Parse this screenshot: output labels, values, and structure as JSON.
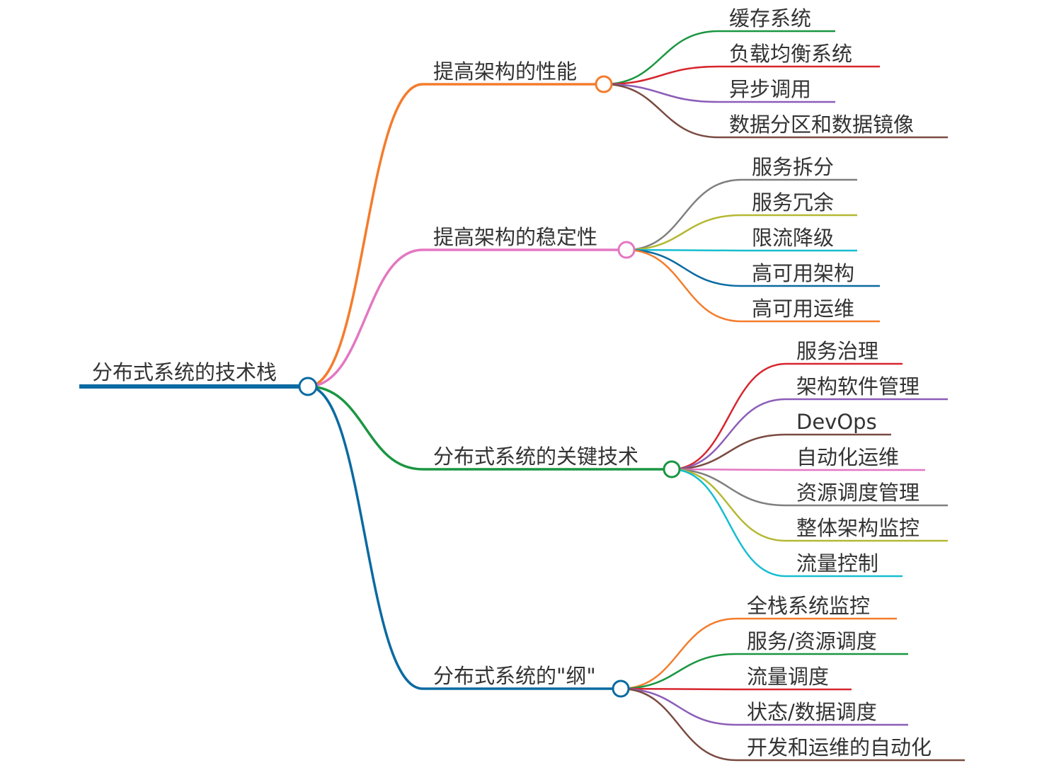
{
  "root": {
    "label": "分布式系统的技术栈",
    "color": "#0a6aa1"
  },
  "branches": [
    {
      "label": "提高架构的性能",
      "color": "#f47c2c",
      "children": [
        {
          "label": "缓存系统",
          "color": "#1a9641"
        },
        {
          "label": "负载均衡系统",
          "color": "#d7262e"
        },
        {
          "label": "异步调用",
          "color": "#8c5db8"
        },
        {
          "label": "数据分区和数据镜像",
          "color": "#7a4b41"
        }
      ]
    },
    {
      "label": "提高架构的稳定性",
      "color": "#e377c2",
      "children": [
        {
          "label": "服务拆分",
          "color": "#7f7f7f"
        },
        {
          "label": "服务冗余",
          "color": "#b5b832"
        },
        {
          "label": "限流降级",
          "color": "#17becf"
        },
        {
          "label": "高可用架构",
          "color": "#0a6aa1"
        },
        {
          "label": "高可用运维",
          "color": "#f47c2c"
        }
      ]
    },
    {
      "label": "分布式系统的关键技术",
      "color": "#1a9641",
      "children": [
        {
          "label": "服务治理",
          "color": "#d7262e"
        },
        {
          "label": "架构软件管理",
          "color": "#8c5db8"
        },
        {
          "label": "DevOps",
          "color": "#7a4b41"
        },
        {
          "label": "自动化运维",
          "color": "#e377c2"
        },
        {
          "label": "资源调度管理",
          "color": "#7f7f7f"
        },
        {
          "label": "整体架构监控",
          "color": "#b5b832"
        },
        {
          "label": "流量控制",
          "color": "#17becf"
        }
      ]
    },
    {
      "label": "分布式系统的\"纲\"",
      "color": "#0a6aa1",
      "children": [
        {
          "label": "全栈系统监控",
          "color": "#f47c2c"
        },
        {
          "label": "服务/资源调度",
          "color": "#1a9641"
        },
        {
          "label": "流量调度",
          "color": "#d7262e"
        },
        {
          "label": "状态/数据调度",
          "color": "#8c5db8"
        },
        {
          "label": "开发和运维的自动化",
          "color": "#7a4b41"
        }
      ]
    }
  ]
}
